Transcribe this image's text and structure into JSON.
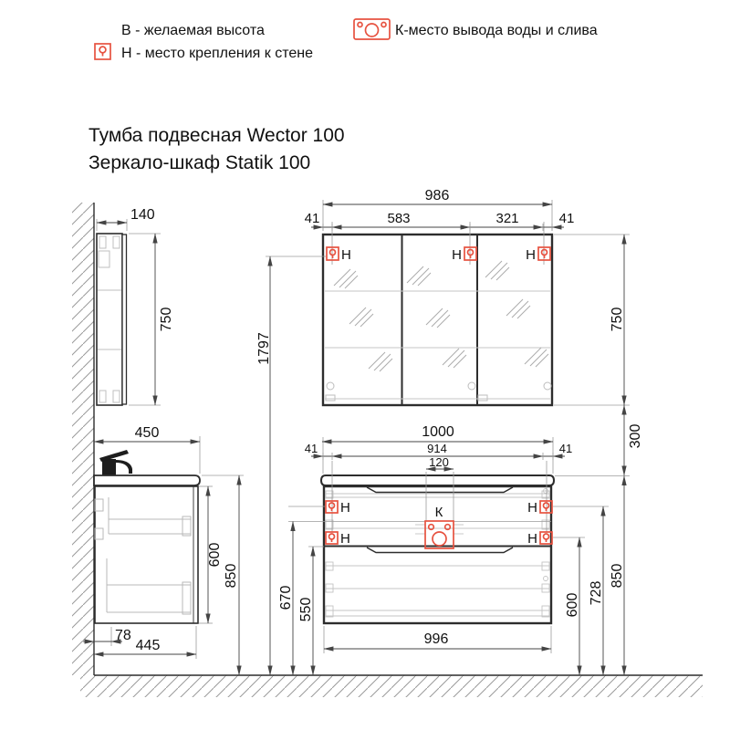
{
  "legend": {
    "b": "В - желаемая высота",
    "h": "Н - место крепления к стене",
    "k": "К-место вывода воды и слива"
  },
  "title": {
    "line1": "Тумба подвесная Wector 100",
    "line2": "Зеркало-шкаф Statik 100"
  },
  "marks": {
    "h": "Н",
    "k": "К"
  },
  "colors": {
    "accent_red": "#e75240",
    "line_dark": "#2d2d2d",
    "line_light": "#bfbfbf"
  },
  "dims": {
    "mirror_side_depth": "140",
    "mirror_side_height": "750",
    "mirror_width": "986",
    "mirror_off_l": "41",
    "mirror_span1": "583",
    "mirror_span2": "321",
    "mirror_off_r": "41",
    "mirror_height": "750",
    "gap": "300",
    "mount_height": "1797",
    "vanity_depth": "450",
    "cab_height_side": "600",
    "total_height_side": "850",
    "toe_offset": "78",
    "cab_depth": "445",
    "vanity_width": "1000",
    "vanity_off_l": "41",
    "mount_span": "914",
    "vanity_off_r": "41",
    "drain_zone": "120",
    "outlet_height": "670",
    "drain_height": "550",
    "h_lower": "600",
    "h_upper": "728",
    "total_height_front": "850",
    "cab_width": "996"
  }
}
